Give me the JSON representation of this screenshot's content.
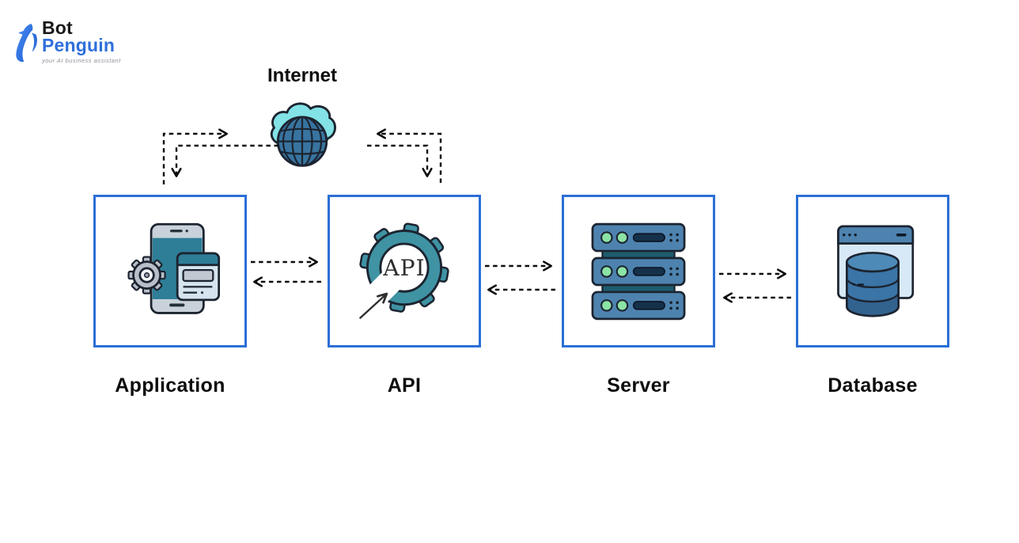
{
  "logo": {
    "brand_line1": "Bot",
    "brand_line2": "Penguin",
    "tagline": "your AI business assistant"
  },
  "diagram": {
    "internet_label": "Internet",
    "api_gear_text": "API",
    "nodes": [
      {
        "id": "application",
        "label": "Application",
        "icon": "mobile-app-gear-icon"
      },
      {
        "id": "api",
        "label": "API",
        "icon": "api-gear-icon"
      },
      {
        "id": "server",
        "label": "Server",
        "icon": "server-stack-icon"
      },
      {
        "id": "database",
        "label": "Database",
        "icon": "database-window-icon"
      }
    ],
    "connections": [
      "application-to-internet",
      "internet-to-application",
      "internet-to-api",
      "api-to-internet",
      "application-to-api",
      "api-to-application",
      "api-to-server",
      "server-to-api",
      "server-to-database",
      "database-to-server"
    ],
    "colors": {
      "node_border": "#2b6fd6",
      "arrow": "#0d0d0d",
      "cloud_teal": "#83e2e6",
      "globe_blue": "#38749f",
      "icon_teal": "#2e7e98",
      "icon_blue": "#4e83af",
      "led_green": "#8ce3a6",
      "brand_blue": "#2f6fdb"
    }
  }
}
